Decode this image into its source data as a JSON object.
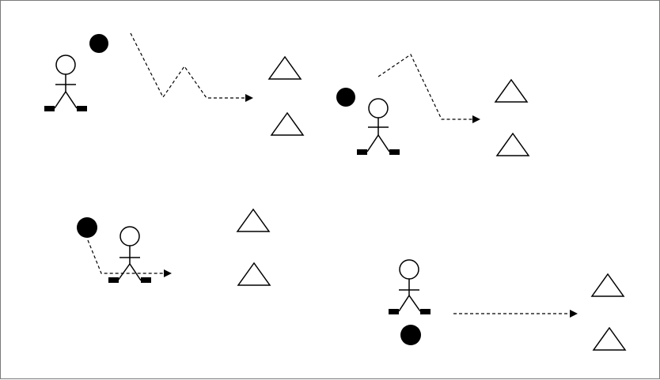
{
  "diagram": {
    "colors": {
      "background": "#ffffff",
      "frame": "#7a7a7a",
      "ink": "#000000"
    },
    "icons": {
      "player": "stick-figure-player-icon",
      "ball": "ball-icon",
      "cone": "cone-icon",
      "arrow": "dashed-arrow-icon"
    },
    "panels": [
      {
        "id": "panel-1",
        "player_count": 1,
        "ball_count": 1,
        "cone_count": 2,
        "path_type": "zigzag-dribble"
      },
      {
        "id": "panel-2",
        "player_count": 1,
        "ball_count": 1,
        "cone_count": 2,
        "path_type": "zigzag-dribble"
      },
      {
        "id": "panel-3",
        "player_count": 1,
        "ball_count": 1,
        "cone_count": 2,
        "path_type": "short-dribble"
      },
      {
        "id": "panel-4",
        "player_count": 1,
        "ball_count": 1,
        "cone_count": 2,
        "path_type": "straight-dribble"
      }
    ]
  }
}
